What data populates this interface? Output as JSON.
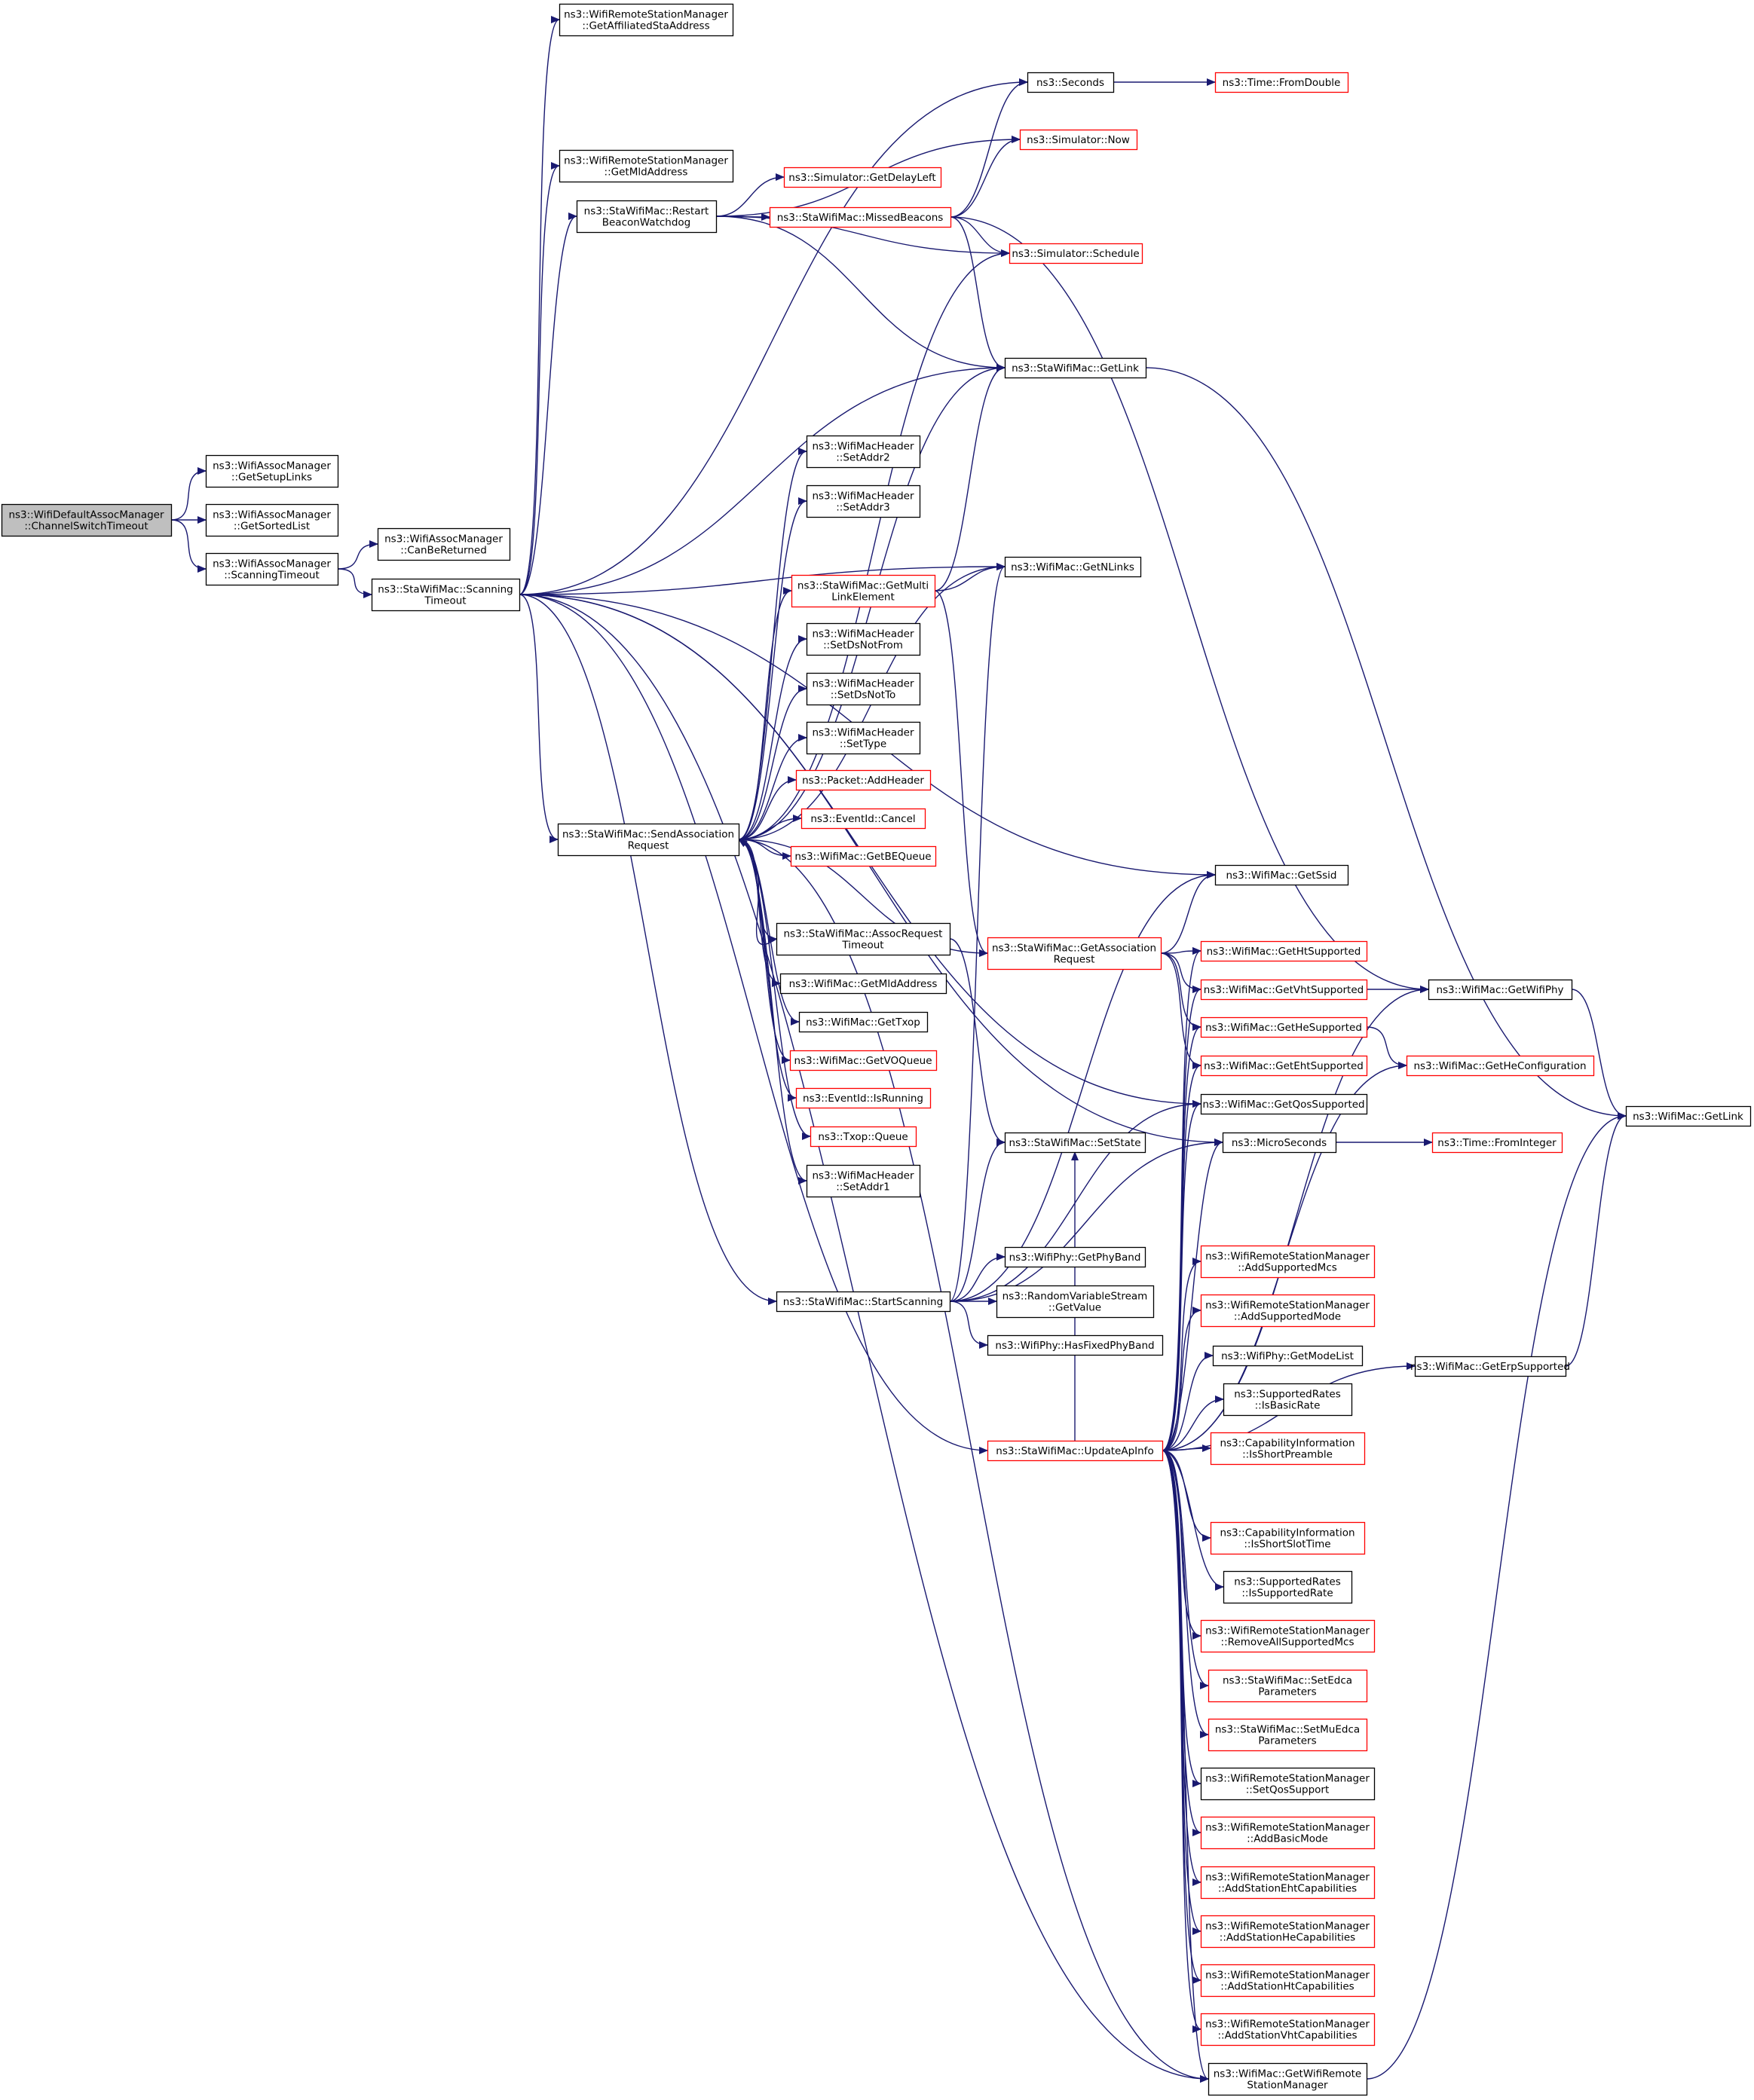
{
  "colors": {
    "edge": "#191970",
    "root_fill": "#bfbfbf",
    "node_fill": "#ffffff",
    "border_default": "#000000",
    "border_red": "#ff0000"
  },
  "nodes": [
    {
      "id": "root",
      "lines": [
        "ns3::WifiDefaultAssocManager",
        "::ChannelSwitchTimeout"
      ],
      "style": "root"
    },
    {
      "id": "getSetupLinks",
      "lines": [
        "ns3::WifiAssocManager",
        "::GetSetupLinks"
      ],
      "style": "black"
    },
    {
      "id": "getSortedList",
      "lines": [
        "ns3::WifiAssocManager",
        "::GetSortedList"
      ],
      "style": "black"
    },
    {
      "id": "assocScanTimeout",
      "lines": [
        "ns3::WifiAssocManager",
        "::ScanningTimeout"
      ],
      "style": "black"
    },
    {
      "id": "canBeReturned",
      "lines": [
        "ns3::WifiAssocManager",
        "::CanBeReturned"
      ],
      "style": "black"
    },
    {
      "id": "staScanTimeout",
      "lines": [
        "ns3::StaWifiMac::Scanning",
        "Timeout"
      ],
      "style": "black"
    },
    {
      "id": "getAffiliated",
      "lines": [
        "ns3::WifiRemoteStationManager",
        "::GetAffiliatedStaAddress"
      ],
      "style": "black"
    },
    {
      "id": "rsmGetMld",
      "lines": [
        "ns3::WifiRemoteStationManager",
        "::GetMldAddress"
      ],
      "style": "black"
    },
    {
      "id": "restartBeacon",
      "lines": [
        "ns3::StaWifiMac::Restart",
        "BeaconWatchdog"
      ],
      "style": "black"
    },
    {
      "id": "seconds",
      "lines": [
        "ns3::Seconds"
      ],
      "style": "black"
    },
    {
      "id": "fromDouble",
      "lines": [
        "ns3::Time::FromDouble"
      ],
      "style": "red"
    },
    {
      "id": "now",
      "lines": [
        "ns3::Simulator::Now"
      ],
      "style": "red"
    },
    {
      "id": "delayLeft",
      "lines": [
        "ns3::Simulator::GetDelayLeft"
      ],
      "style": "red"
    },
    {
      "id": "missedBeacons",
      "lines": [
        "ns3::StaWifiMac::MissedBeacons"
      ],
      "style": "red"
    },
    {
      "id": "schedule",
      "lines": [
        "ns3::Simulator::Schedule"
      ],
      "style": "red"
    },
    {
      "id": "staGetLink",
      "lines": [
        "ns3::StaWifiMac::GetLink"
      ],
      "style": "black"
    },
    {
      "id": "setAddr2",
      "lines": [
        "ns3::WifiMacHeader",
        "::SetAddr2"
      ],
      "style": "black"
    },
    {
      "id": "setAddr3",
      "lines": [
        "ns3::WifiMacHeader",
        "::SetAddr3"
      ],
      "style": "black"
    },
    {
      "id": "getMultiLink",
      "lines": [
        "ns3::StaWifiMac::GetMulti",
        "LinkElement"
      ],
      "style": "red"
    },
    {
      "id": "getNLinks",
      "lines": [
        "ns3::WifiMac::GetNLinks"
      ],
      "style": "black"
    },
    {
      "id": "setDsNotFrom",
      "lines": [
        "ns3::WifiMacHeader",
        "::SetDsNotFrom"
      ],
      "style": "black"
    },
    {
      "id": "setDsNotTo",
      "lines": [
        "ns3::WifiMacHeader",
        "::SetDsNotTo"
      ],
      "style": "black"
    },
    {
      "id": "setType",
      "lines": [
        "ns3::WifiMacHeader",
        "::SetType"
      ],
      "style": "black"
    },
    {
      "id": "addHeader",
      "lines": [
        "ns3::Packet::AddHeader"
      ],
      "style": "red"
    },
    {
      "id": "eventCancel",
      "lines": [
        "ns3::EventId::Cancel"
      ],
      "style": "red"
    },
    {
      "id": "getBEQueue",
      "lines": [
        "ns3::WifiMac::GetBEQueue"
      ],
      "style": "red"
    },
    {
      "id": "sendAssoc",
      "lines": [
        "ns3::StaWifiMac::SendAssociation",
        "Request"
      ],
      "style": "black"
    },
    {
      "id": "assocReqTimeout",
      "lines": [
        "ns3::StaWifiMac::AssocRequest",
        "Timeout"
      ],
      "style": "black"
    },
    {
      "id": "macGetMld",
      "lines": [
        "ns3::WifiMac::GetMldAddress"
      ],
      "style": "black"
    },
    {
      "id": "getTxop",
      "lines": [
        "ns3::WifiMac::GetTxop"
      ],
      "style": "black"
    },
    {
      "id": "getVOQueue",
      "lines": [
        "ns3::WifiMac::GetVOQueue"
      ],
      "style": "red"
    },
    {
      "id": "isRunning",
      "lines": [
        "ns3::EventId::IsRunning"
      ],
      "style": "red"
    },
    {
      "id": "txopQueue",
      "lines": [
        "ns3::Txop::Queue"
      ],
      "style": "red"
    },
    {
      "id": "setAddr1",
      "lines": [
        "ns3::WifiMacHeader",
        "::SetAddr1"
      ],
      "style": "black"
    },
    {
      "id": "getAssocReq",
      "lines": [
        "ns3::StaWifiMac::GetAssociation",
        "Request"
      ],
      "style": "red"
    },
    {
      "id": "getSsid",
      "lines": [
        "ns3::WifiMac::GetSsid"
      ],
      "style": "black"
    },
    {
      "id": "htSup",
      "lines": [
        "ns3::WifiMac::GetHtSupported"
      ],
      "style": "red"
    },
    {
      "id": "vhtSup",
      "lines": [
        "ns3::WifiMac::GetVhtSupported"
      ],
      "style": "red"
    },
    {
      "id": "heSup",
      "lines": [
        "ns3::WifiMac::GetHeSupported"
      ],
      "style": "red"
    },
    {
      "id": "ehtSup",
      "lines": [
        "ns3::WifiMac::GetEhtSupported"
      ],
      "style": "red"
    },
    {
      "id": "qosSup",
      "lines": [
        "ns3::WifiMac::GetQosSupported"
      ],
      "style": "black"
    },
    {
      "id": "getWifiPhy",
      "lines": [
        "ns3::WifiMac::GetWifiPhy"
      ],
      "style": "black"
    },
    {
      "id": "heConfig",
      "lines": [
        "ns3::WifiMac::GetHeConfiguration"
      ],
      "style": "red"
    },
    {
      "id": "macGetLink",
      "lines": [
        "ns3::WifiMac::GetLink"
      ],
      "style": "black"
    },
    {
      "id": "setState",
      "lines": [
        "ns3::StaWifiMac::SetState"
      ],
      "style": "black"
    },
    {
      "id": "micro",
      "lines": [
        "ns3::MicroSeconds"
      ],
      "style": "black"
    },
    {
      "id": "fromInteger",
      "lines": [
        "ns3::Time::FromInteger"
      ],
      "style": "red"
    },
    {
      "id": "getPhyBand",
      "lines": [
        "ns3::WifiPhy::GetPhyBand"
      ],
      "style": "black"
    },
    {
      "id": "startScanning",
      "lines": [
        "ns3::StaWifiMac::StartScanning"
      ],
      "style": "black"
    },
    {
      "id": "getValue",
      "lines": [
        "ns3::RandomVariableStream",
        "::GetValue"
      ],
      "style": "black"
    },
    {
      "id": "hasFixedBand",
      "lines": [
        "ns3::WifiPhy::HasFixedPhyBand"
      ],
      "style": "black"
    },
    {
      "id": "addMcs",
      "lines": [
        "ns3::WifiRemoteStationManager",
        "::AddSupportedMcs"
      ],
      "style": "red"
    },
    {
      "id": "addMode",
      "lines": [
        "ns3::WifiRemoteStationManager",
        "::AddSupportedMode"
      ],
      "style": "red"
    },
    {
      "id": "modeList",
      "lines": [
        "ns3::WifiPhy::GetModeList"
      ],
      "style": "black"
    },
    {
      "id": "erpSup",
      "lines": [
        "ns3::WifiMac::GetErpSupported"
      ],
      "style": "black"
    },
    {
      "id": "isBasicRate",
      "lines": [
        "ns3::SupportedRates",
        "::IsBasicRate"
      ],
      "style": "black"
    },
    {
      "id": "updateApInfo",
      "lines": [
        "ns3::StaWifiMac::UpdateApInfo"
      ],
      "style": "red"
    },
    {
      "id": "shortPreamble",
      "lines": [
        "ns3::CapabilityInformation",
        "::IsShortPreamble"
      ],
      "style": "red"
    },
    {
      "id": "shortSlot",
      "lines": [
        "ns3::CapabilityInformation",
        "::IsShortSlotTime"
      ],
      "style": "red"
    },
    {
      "id": "isSupRate",
      "lines": [
        "ns3::SupportedRates",
        "::IsSupportedRate"
      ],
      "style": "black"
    },
    {
      "id": "removeMcs",
      "lines": [
        "ns3::WifiRemoteStationManager",
        "::RemoveAllSupportedMcs"
      ],
      "style": "red"
    },
    {
      "id": "setEdca",
      "lines": [
        "ns3::StaWifiMac::SetEdca",
        "Parameters"
      ],
      "style": "red"
    },
    {
      "id": "setMuEdca",
      "lines": [
        "ns3::StaWifiMac::SetMuEdca",
        "Parameters"
      ],
      "style": "red"
    },
    {
      "id": "setQos",
      "lines": [
        "ns3::WifiRemoteStationManager",
        "::SetQosSupport"
      ],
      "style": "black"
    },
    {
      "id": "addBasic",
      "lines": [
        "ns3::WifiRemoteStationManager",
        "::AddBasicMode"
      ],
      "style": "red"
    },
    {
      "id": "addEht",
      "lines": [
        "ns3::WifiRemoteStationManager",
        "::AddStationEhtCapabilities"
      ],
      "style": "red"
    },
    {
      "id": "addHe",
      "lines": [
        "ns3::WifiRemoteStationManager",
        "::AddStationHeCapabilities"
      ],
      "style": "red"
    },
    {
      "id": "addHt",
      "lines": [
        "ns3::WifiRemoteStationManager",
        "::AddStationHtCapabilities"
      ],
      "style": "red"
    },
    {
      "id": "addVht",
      "lines": [
        "ns3::WifiRemoteStationManager",
        "::AddStationVhtCapabilities"
      ],
      "style": "red"
    },
    {
      "id": "getRsm",
      "lines": [
        "ns3::WifiMac::GetWifiRemote",
        "StationManager"
      ],
      "style": "black"
    }
  ],
  "edges": [
    [
      "root",
      "getSetupLinks"
    ],
    [
      "root",
      "getSortedList"
    ],
    [
      "root",
      "assocScanTimeout"
    ],
    [
      "assocScanTimeout",
      "canBeReturned"
    ],
    [
      "assocScanTimeout",
      "staScanTimeout"
    ],
    [
      "staScanTimeout",
      "getAffiliated"
    ],
    [
      "staScanTimeout",
      "rsmGetMld"
    ],
    [
      "staScanTimeout",
      "restartBeacon"
    ],
    [
      "staScanTimeout",
      "seconds"
    ],
    [
      "staScanTimeout",
      "staGetLink"
    ],
    [
      "staScanTimeout",
      "getNLinks"
    ],
    [
      "staScanTimeout",
      "sendAssoc"
    ],
    [
      "staScanTimeout",
      "getSsid"
    ],
    [
      "staScanTimeout",
      "qosSup"
    ],
    [
      "staScanTimeout",
      "startScanning"
    ],
    [
      "staScanTimeout",
      "micro"
    ],
    [
      "staScanTimeout",
      "updateApInfo"
    ],
    [
      "staScanTimeout",
      "getRsm"
    ],
    [
      "restartBeacon",
      "now"
    ],
    [
      "restartBeacon",
      "delayLeft"
    ],
    [
      "restartBeacon",
      "missedBeacons"
    ],
    [
      "restartBeacon",
      "schedule"
    ],
    [
      "restartBeacon",
      "staGetLink"
    ],
    [
      "missedBeacons",
      "seconds"
    ],
    [
      "missedBeacons",
      "now"
    ],
    [
      "missedBeacons",
      "schedule"
    ],
    [
      "missedBeacons",
      "staGetLink"
    ],
    [
      "missedBeacons",
      "getWifiPhy"
    ],
    [
      "seconds",
      "fromDouble"
    ],
    [
      "staGetLink",
      "macGetLink"
    ],
    [
      "sendAssoc",
      "schedule"
    ],
    [
      "sendAssoc",
      "staGetLink"
    ],
    [
      "sendAssoc",
      "setAddr2"
    ],
    [
      "sendAssoc",
      "setAddr3"
    ],
    [
      "sendAssoc",
      "getMultiLink"
    ],
    [
      "sendAssoc",
      "getNLinks"
    ],
    [
      "sendAssoc",
      "setDsNotFrom"
    ],
    [
      "sendAssoc",
      "setDsNotTo"
    ],
    [
      "sendAssoc",
      "setType"
    ],
    [
      "sendAssoc",
      "addHeader"
    ],
    [
      "sendAssoc",
      "eventCancel"
    ],
    [
      "sendAssoc",
      "getBEQueue"
    ],
    [
      "sendAssoc",
      "getAssocReq"
    ],
    [
      "sendAssoc",
      "assocReqTimeout"
    ],
    [
      "sendAssoc",
      "macGetMld"
    ],
    [
      "sendAssoc",
      "getTxop"
    ],
    [
      "sendAssoc",
      "getVOQueue"
    ],
    [
      "sendAssoc",
      "isRunning"
    ],
    [
      "sendAssoc",
      "txopQueue"
    ],
    [
      "sendAssoc",
      "setAddr1"
    ],
    [
      "sendAssoc",
      "getRsm"
    ],
    [
      "assocReqTimeout",
      "sendAssoc"
    ],
    [
      "assocReqTimeout",
      "setState"
    ],
    [
      "getMultiLink",
      "staGetLink"
    ],
    [
      "getMultiLink",
      "getNLinks"
    ],
    [
      "getMultiLink",
      "getAssocReq"
    ],
    [
      "getAssocReq",
      "getSsid"
    ],
    [
      "getAssocReq",
      "htSup"
    ],
    [
      "getAssocReq",
      "vhtSup"
    ],
    [
      "getAssocReq",
      "heSup"
    ],
    [
      "getAssocReq",
      "ehtSup"
    ],
    [
      "vhtSup",
      "getWifiPhy"
    ],
    [
      "heSup",
      "heConfig"
    ],
    [
      "getWifiPhy",
      "macGetLink"
    ],
    [
      "micro",
      "fromInteger"
    ],
    [
      "startScanning",
      "getNLinks"
    ],
    [
      "startScanning",
      "setState"
    ],
    [
      "startScanning",
      "micro"
    ],
    [
      "startScanning",
      "getPhyBand"
    ],
    [
      "startScanning",
      "getValue"
    ],
    [
      "startScanning",
      "hasFixedBand"
    ],
    [
      "startScanning",
      "qosSup"
    ],
    [
      "startScanning",
      "getSsid"
    ],
    [
      "updateApInfo",
      "getWifiPhy"
    ],
    [
      "updateApInfo",
      "htSup"
    ],
    [
      "updateApInfo",
      "vhtSup"
    ],
    [
      "updateApInfo",
      "heSup"
    ],
    [
      "updateApInfo",
      "ehtSup"
    ],
    [
      "updateApInfo",
      "qosSup"
    ],
    [
      "updateApInfo",
      "setState"
    ],
    [
      "updateApInfo",
      "micro"
    ],
    [
      "updateApInfo",
      "heConfig"
    ],
    [
      "updateApInfo",
      "addMcs"
    ],
    [
      "updateApInfo",
      "addMode"
    ],
    [
      "updateApInfo",
      "modeList"
    ],
    [
      "updateApInfo",
      "isBasicRate"
    ],
    [
      "updateApInfo",
      "erpSup"
    ],
    [
      "updateApInfo",
      "shortPreamble"
    ],
    [
      "updateApInfo",
      "shortSlot"
    ],
    [
      "updateApInfo",
      "isSupRate"
    ],
    [
      "updateApInfo",
      "removeMcs"
    ],
    [
      "updateApInfo",
      "setEdca"
    ],
    [
      "updateApInfo",
      "setMuEdca"
    ],
    [
      "updateApInfo",
      "setQos"
    ],
    [
      "updateApInfo",
      "addBasic"
    ],
    [
      "updateApInfo",
      "addEht"
    ],
    [
      "updateApInfo",
      "addHe"
    ],
    [
      "updateApInfo",
      "addHt"
    ],
    [
      "updateApInfo",
      "addVht"
    ],
    [
      "updateApInfo",
      "getRsm"
    ],
    [
      "erpSup",
      "macGetLink"
    ],
    [
      "getRsm",
      "macGetLink"
    ]
  ]
}
